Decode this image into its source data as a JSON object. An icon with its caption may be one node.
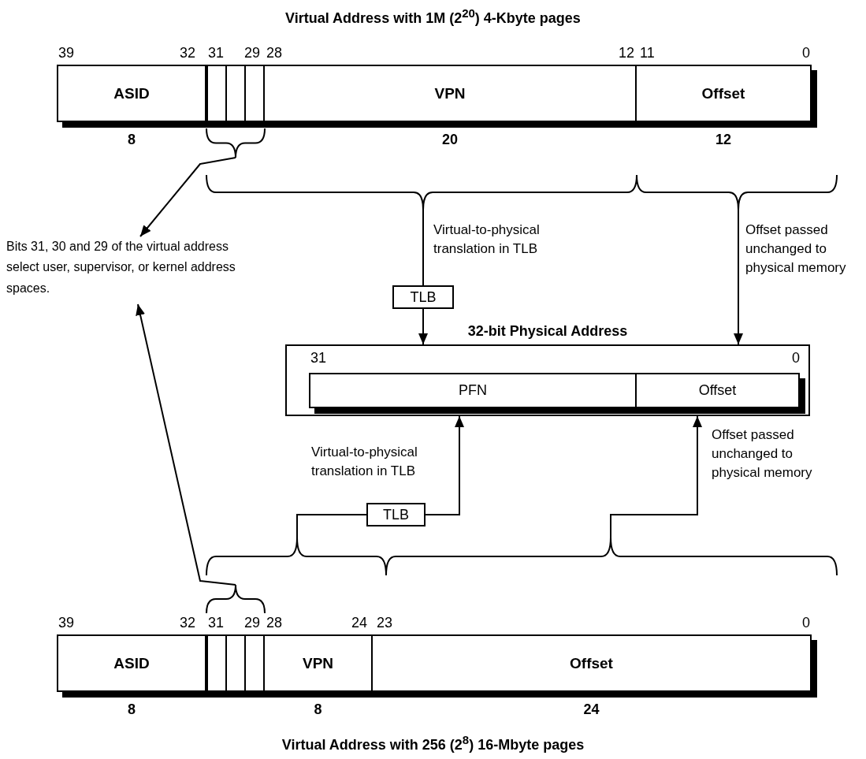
{
  "diagram": {
    "title": "Virtual Address with 1M (2$^{20}$) 4-Kbyte pages",
    "caption": "Virtual Address with 256 (2$^{8}$) 16-Mbyte pages",
    "nodes": [
      {
        "text": [
          "ASID"
        ],
        "beside": [
          "8"
        ]
      },
      {
        "text": [],
        "shape": "box"
      },
      {
        "text": [],
        "shape": "box"
      },
      {
        "text": [],
        "shape": "box"
      },
      {
        "text": [
          "VPN"
        ],
        "beside": [
          "20"
        ]
      },
      {
        "text": [
          "Offset"
        ],
        "beside": [
          "12"
        ]
      },
      {
        "text": [
          "Bits 31, 30 and 29 of the virtual address select user, supervisor, or kernel address spaces."
        ]
      },
      {
        "text": [
          "TLB"
        ]
      },
      {
        "text": [
          "32-bit Physical Address"
        ]
      },
      {
        "text": [
          "PFN"
        ],
        "in": 8
      },
      {
        "text": [
          "Offset"
        ],
        "in": 8
      },
      {
        "text": [
          "TLB"
        ]
      },
      {
        "text": [
          "ASID"
        ],
        "beside": [
          "8"
        ]
      },
      {
        "text": [],
        "shape": "box"
      },
      {
        "text": [],
        "shape": "box"
      },
      {
        "text": [],
        "shape": "box"
      },
      {
        "text": [
          "VPN"
        ],
        "beside": [
          "8"
        ]
      },
      {
        "text": [
          "Offset"
        ],
        "beside": [
          "24"
        ]
      },
      {
        "text": [],
        "shape": "brace"
      },
      {
        "text": [],
        "shape": "brace"
      },
      {
        "text": [],
        "shape": "brace"
      },
      {
        "text": [],
        "shape": "brace"
      },
      {
        "text": [],
        "shape": "brace"
      },
      {
        "text": [],
        "shape": "brace"
      }
    ],
    "edges": [
      {
        "from": 18,
        "to": 6,
        "arrow": "to"
      },
      {
        "from": 19,
        "to": 7,
        "arrow": "none",
        "label": "Virtual-to-physical translation in TLB"
      },
      {
        "from": 7,
        "to": 8,
        "arrow": "to"
      },
      {
        "from": 20,
        "to": 8,
        "arrow": "to",
        "label": "Offset passed unchanged to physical memory"
      },
      {
        "from": 23,
        "to": 6,
        "arrow": "to"
      },
      {
        "from": 21,
        "to": 11,
        "arrow": "none",
        "label": "Virtual-to-physical translation in TLB"
      },
      {
        "from": 11,
        "to": 8,
        "arrow": "to"
      },
      {
        "from": 22,
        "to": 8,
        "arrow": "to",
        "label": "Offset passed unchanged to physical memory"
      }
    ],
    "labels": [
      "39",
      "32",
      "31",
      "29",
      "28",
      "12",
      "11",
      "0",
      "31",
      "0",
      "39",
      "32",
      "31",
      "29",
      "28",
      "24",
      "23",
      "0"
    ]
  }
}
